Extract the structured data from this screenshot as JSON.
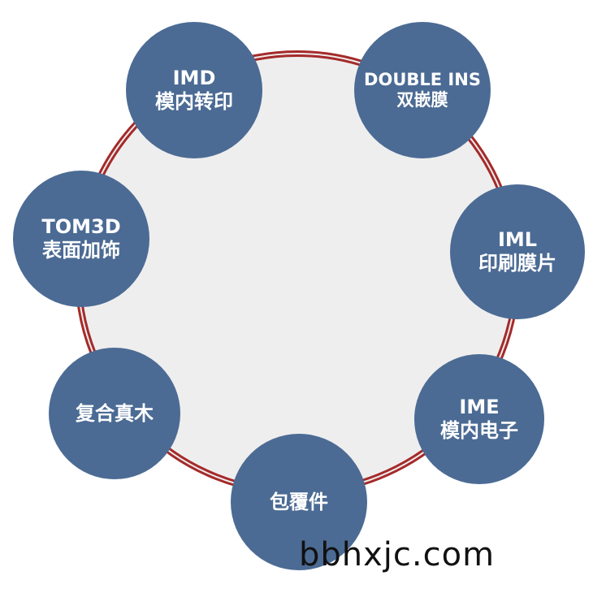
{
  "nodes": [
    {
      "title": "IMD",
      "subtitle": "模内转印"
    },
    {
      "title": "DOUBLE INS",
      "subtitle": "双嵌膜"
    },
    {
      "title": "IML",
      "subtitle": "印刷膜片"
    },
    {
      "title": "IME",
      "subtitle": "模内电子"
    },
    {
      "title": "包覆件",
      "subtitle": ""
    },
    {
      "title": "复合真木",
      "subtitle": ""
    },
    {
      "title": "TOM3D",
      "subtitle": "表面加饰"
    }
  ],
  "watermark": "bbhxjc.com",
  "colors": {
    "node_fill": "#4b6b94",
    "ring": "#a52a2a",
    "center_fill": "#efeeee"
  }
}
